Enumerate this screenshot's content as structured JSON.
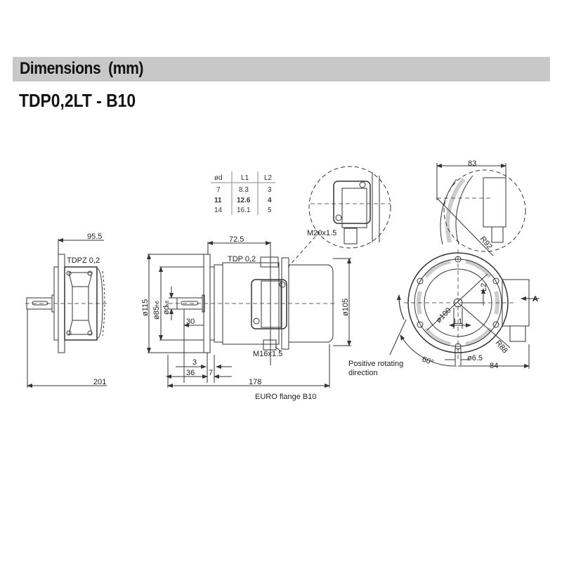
{
  "header": {
    "section_title": "Dimensions  (mm)",
    "model": "TDP0,2LT - B10"
  },
  "shaft_table": {
    "headers": [
      "ød",
      "L1",
      "L2"
    ],
    "rows": [
      {
        "d": "7",
        "L1": "8.3",
        "L2": "3",
        "bold": false
      },
      {
        "d": "11",
        "L1": "12.6",
        "L2": "4",
        "bold": true
      },
      {
        "d": "14",
        "L1": "16.1",
        "L2": "5",
        "bold": false
      }
    ]
  },
  "views": {
    "tdpz": {
      "label": "TDPZ 0,2",
      "dim_top": "95.5",
      "dim_total": "201"
    },
    "tdp": {
      "label": "TDP 0,2",
      "dim_72": "72.5",
      "dia_115": "ø115",
      "dia_85": "ø85",
      "dia_85_sub": "h6",
      "dia_d": "ød",
      "dia_d_sub": "k6",
      "dim_30": "30",
      "dim_3": "3",
      "dim_36": "36",
      "dim_7": "7",
      "dim_178": "178",
      "dia_105": "ø105",
      "thread_bottom": "M16x1.5",
      "thread_detail": "M20x1.5",
      "flange_caption": "EURO flange B10"
    },
    "front": {
      "dim_83": "83",
      "r92": "R92",
      "r88": "R88",
      "dia_100": "ø100",
      "l1": "L1",
      "l2": "L2",
      "hole": "ø6.5",
      "angle": "60°",
      "dim_84": "84",
      "view_arrow": "A",
      "rotation_note_1": "Positive rotating",
      "rotation_note_2": "direction"
    }
  }
}
